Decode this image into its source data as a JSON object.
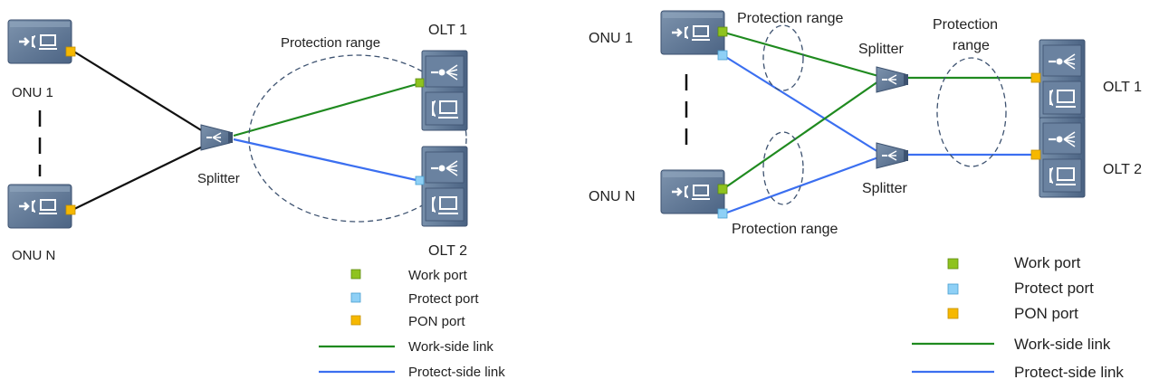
{
  "colors": {
    "work_port": "#8fc31f",
    "protect_port": "#8ed0f6",
    "pon_port": "#f6b800",
    "work_link": "#1f8a1f",
    "protect_link": "#3b6ff0",
    "onu_link": "#111111",
    "device": "#5d7593"
  },
  "left": {
    "onu1": "ONU 1",
    "onuN": "ONU N",
    "splitter": "Splitter",
    "olt1": "OLT 1",
    "olt2": "OLT 2",
    "protection_range": "Protection range",
    "legend": {
      "work_port": "Work port",
      "protect_port": "Protect port",
      "pon_port": "PON port",
      "work_link": "Work-side link",
      "protect_link": "Protect-side link"
    }
  },
  "right": {
    "onu1": "ONU 1",
    "onuN": "ONU N",
    "splitter_top": "Splitter",
    "splitter_bottom": "Splitter",
    "olt1": "OLT 1",
    "olt2": "OLT 2",
    "protection_range_top": "Protection range",
    "protection_range_bottom": "Protection range",
    "protection_range_mid_1": "Protection",
    "protection_range_mid_2": "range",
    "legend": {
      "work_port": "Work port",
      "protect_port": "Protect port",
      "pon_port": "PON port",
      "work_link": "Work-side link",
      "protect_link": "Protect-side link"
    }
  }
}
